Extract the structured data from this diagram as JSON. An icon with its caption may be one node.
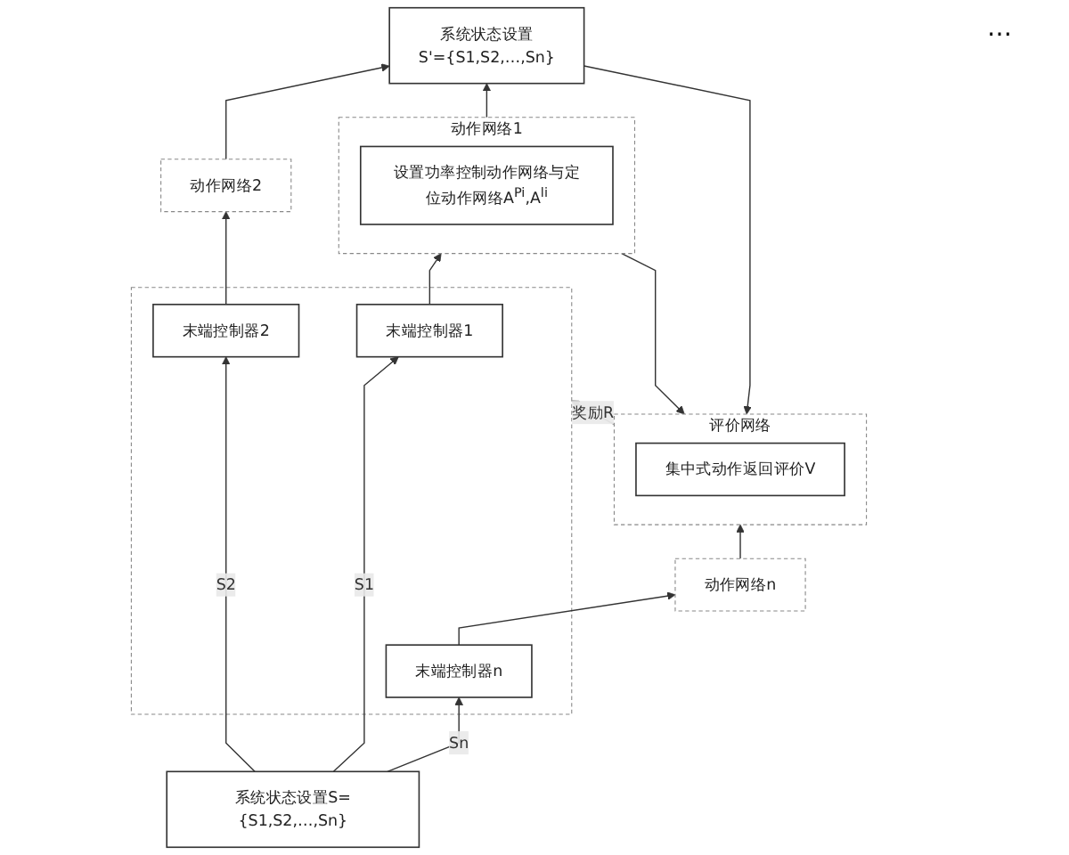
{
  "diagram": {
    "nodes": [
      {
        "text": [
          "评价网络"
        ]
      },
      {
        "text": [
          "集中式动作返回评价V"
        ],
        "in": 0
      },
      {
        "text": [
          "系统状态设置",
          "S'={S1,S2,…,Sn}"
        ]
      },
      {
        "text": [
          "动作网络1"
        ]
      },
      {
        "text": [
          "设置功率控制动作网络与定位动作网络A$^{Pi}$,A$^{li}$"
        ],
        "in": 3
      },
      {
        "text": [
          "动作网络2"
        ]
      },
      {
        "text": [
          "动作网络n"
        ]
      },
      {
        "text": [],
        "shape": "box"
      },
      {
        "text": [
          "末端控制器1"
        ],
        "in": 7
      },
      {
        "text": [
          "末端控制器2"
        ],
        "in": 7
      },
      {
        "text": [
          "末端控制器n"
        ],
        "in": 7
      },
      {
        "text": [
          "系统状态设置S={S1,S2,…,Sn}"
        ]
      }
    ],
    "edges": [
      {
        "from": 11,
        "to": 8,
        "arrow": "to",
        "label": "S1"
      },
      {
        "from": 11,
        "to": 9,
        "arrow": "to",
        "label": "S2"
      },
      {
        "from": 11,
        "to": 10,
        "arrow": "to",
        "label": "Sn"
      },
      {
        "from": 8,
        "to": 3,
        "arrow": "to"
      },
      {
        "from": 9,
        "to": 5,
        "arrow": "to"
      },
      {
        "from": 10,
        "to": 6,
        "arrow": "to"
      },
      {
        "from": 3,
        "to": 0,
        "arrow": "to"
      },
      {
        "from": 3,
        "to": 2,
        "arrow": "to"
      },
      {
        "from": 5,
        "to": 2,
        "arrow": "to"
      },
      {
        "from": 2,
        "to": 0,
        "arrow": "to"
      },
      {
        "from": 6,
        "to": 0,
        "arrow": "to"
      },
      {
        "from": 0,
        "to": 7,
        "arrow": "to",
        "label": "奖励R",
        "color": "#999999"
      }
    ],
    "labels": [
      "…"
    ]
  }
}
